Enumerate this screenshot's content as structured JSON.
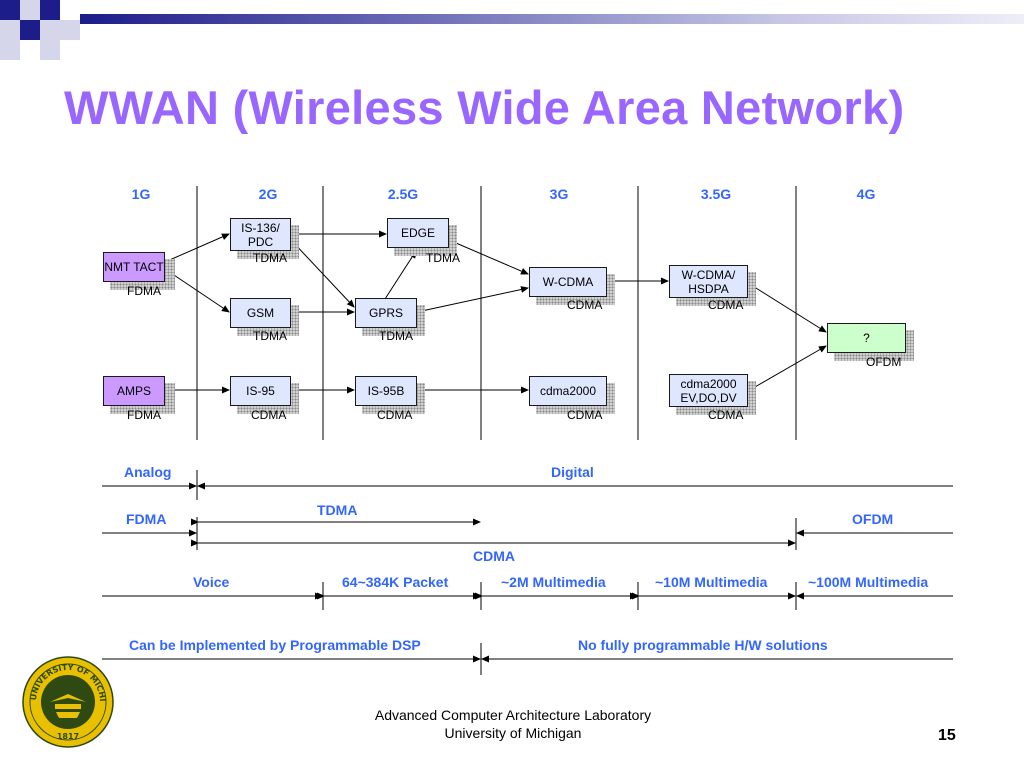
{
  "title": "WWAN (Wireless Wide Area Network)",
  "generations": [
    "1G",
    "2G",
    "2.5G",
    "3G",
    "3.5G",
    "4G"
  ],
  "nodes": {
    "nmt": {
      "label": "NMT TACT",
      "tech": "FDMA"
    },
    "amps": {
      "label": "AMPS",
      "tech": "FDMA"
    },
    "is136": {
      "label": "IS-136/ PDC",
      "tech": "TDMA"
    },
    "gsm": {
      "label": "GSM",
      "tech": "TDMA"
    },
    "is95": {
      "label": "IS-95",
      "tech": "CDMA"
    },
    "edge": {
      "label": "EDGE",
      "tech": "TDMA"
    },
    "gprs": {
      "label": "GPRS",
      "tech": "TDMA"
    },
    "is95b": {
      "label": "IS-95B",
      "tech": "CDMA"
    },
    "wcdma": {
      "label": "W-CDMA",
      "tech": "CDMA"
    },
    "cdma2000": {
      "label": "cdma2000",
      "tech": "CDMA"
    },
    "wcdma_hsdpa": {
      "label": "W-CDMA/ HSDPA",
      "tech": "CDMA"
    },
    "cdma2000_ev": {
      "label": "cdma2000 EV,DO,DV",
      "tech": "CDMA"
    },
    "unknown4g": {
      "label": "?",
      "tech": "OFDM"
    }
  },
  "bands": {
    "analog": "Analog",
    "digital": "Digital",
    "fdma": "FDMA",
    "tdma": "TDMA",
    "ofdm": "OFDM",
    "cdma": "CDMA",
    "voice": "Voice",
    "packet": "64~384K Packet",
    "mm2": "~2M Multimedia",
    "mm10": "~10M Multimedia",
    "mm100": "~100M Multimedia",
    "dsp": "Can be Implemented by Programmable DSP",
    "nohw": "No fully programmable H/W solutions"
  },
  "footer": {
    "line1": "Advanced Computer Architecture Laboratory",
    "line2": "University of Michigan"
  },
  "page_number": "15",
  "seal": {
    "text": "THE UNIVERSITY OF MICHIGAN",
    "year": "1817"
  },
  "colors": {
    "title": "#9966ff",
    "label_blue": "#3366ff",
    "node_blue": "#dfe7ff",
    "node_purple": "#cc99ff",
    "node_green": "#ccffcc",
    "seal_gold": "#e8c000",
    "seal_green": "#2e4a12",
    "header_navy": "#1c1c8a"
  }
}
